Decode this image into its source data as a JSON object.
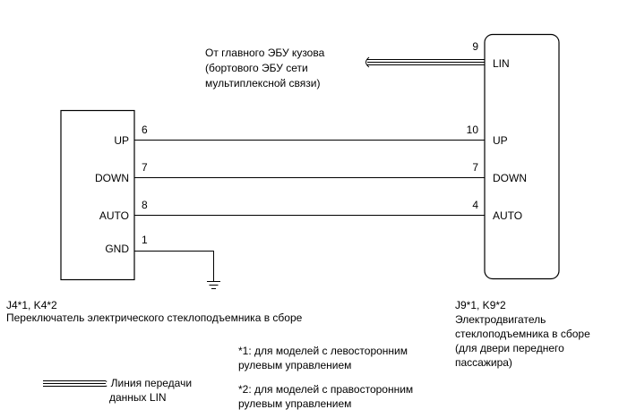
{
  "lin_source": {
    "line1": "От главного ЭБУ кузова",
    "line2": "(бортового ЭБУ сети",
    "line3": "мультиплексной связи)"
  },
  "switch": {
    "code": "J4*1, K4*2",
    "name": "Переключатель электрического стеклоподъемника в сборе",
    "pins": [
      {
        "label": "UP",
        "number": "6"
      },
      {
        "label": "DOWN",
        "number": "7"
      },
      {
        "label": "AUTO",
        "number": "8"
      },
      {
        "label": "GND",
        "number": "1"
      }
    ]
  },
  "motor": {
    "code": "J9*1, K9*2",
    "name_line1": "Электродвигатель",
    "name_line2": "стеклоподъемника в сборе",
    "name_line3": "(для двери переднего",
    "name_line4": "пассажира)",
    "pins": [
      {
        "label": "LIN",
        "number": "9"
      },
      {
        "label": "UP",
        "number": "10"
      },
      {
        "label": "DOWN",
        "number": "7"
      },
      {
        "label": "AUTO",
        "number": "4"
      }
    ]
  },
  "notes": {
    "note1_line1": "*1: для моделей с левосторонним",
    "note1_line2": "рулевым управлением",
    "note2_line1": "*2: для моделей с правосторонним",
    "note2_line2": "рулевым управлением"
  },
  "legend": {
    "line1": ": Линия передачи",
    "line2": "данных LIN"
  }
}
